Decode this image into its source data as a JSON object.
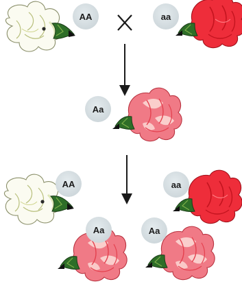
{
  "genotypes": {
    "parent_left": "AA",
    "parent_right": "aa",
    "f1": "Aa",
    "f2_top_left": "AA",
    "f2_top_right": "aa",
    "f2_bottom_left": "Aa",
    "f2_bottom_right": "Aa"
  },
  "cross_symbol": "×",
  "flower_colors": {
    "white": "#fbfbf1",
    "white_shade": "#dfe7b8",
    "red": "#ee2d3a",
    "red_shade": "#c4141f",
    "pink": "#f07a86",
    "pink_light": "#fbd7d4",
    "sepal": "#2e6e28",
    "sepal_dark": "#1a3d17"
  },
  "icons": [
    "white-flower-icon",
    "red-flower-icon",
    "pink-flower-icon",
    "arrow-down-icon",
    "cross-icon"
  ]
}
